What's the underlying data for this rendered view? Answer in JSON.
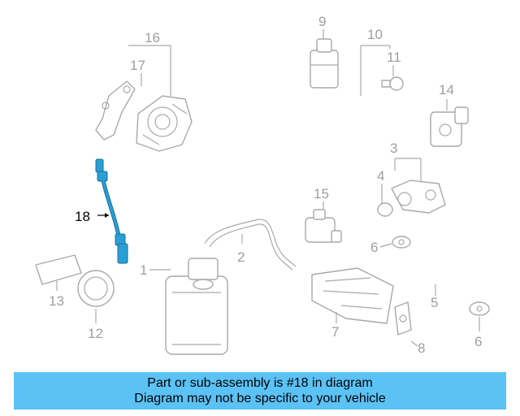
{
  "callouts": {
    "c1": "1",
    "c2": "2",
    "c3": "3",
    "c4": "4",
    "c5": "5",
    "c6a": "6",
    "c6b": "6",
    "c7": "7",
    "c8": "8",
    "c9": "9",
    "c10": "10",
    "c11": "11",
    "c12": "12",
    "c13": "13",
    "c14": "14",
    "c15": "15",
    "c16": "16",
    "c17": "17",
    "c18": "18"
  },
  "highlight_part": "18",
  "colors": {
    "highlight_part": "#2a9fd6",
    "banner": "#5bc2f5",
    "callout_text": "#9e9e9e"
  },
  "banner": {
    "line1": "Part or sub-assembly is #18 in diagram",
    "line2": "Diagram may not be specific to your vehicle"
  }
}
